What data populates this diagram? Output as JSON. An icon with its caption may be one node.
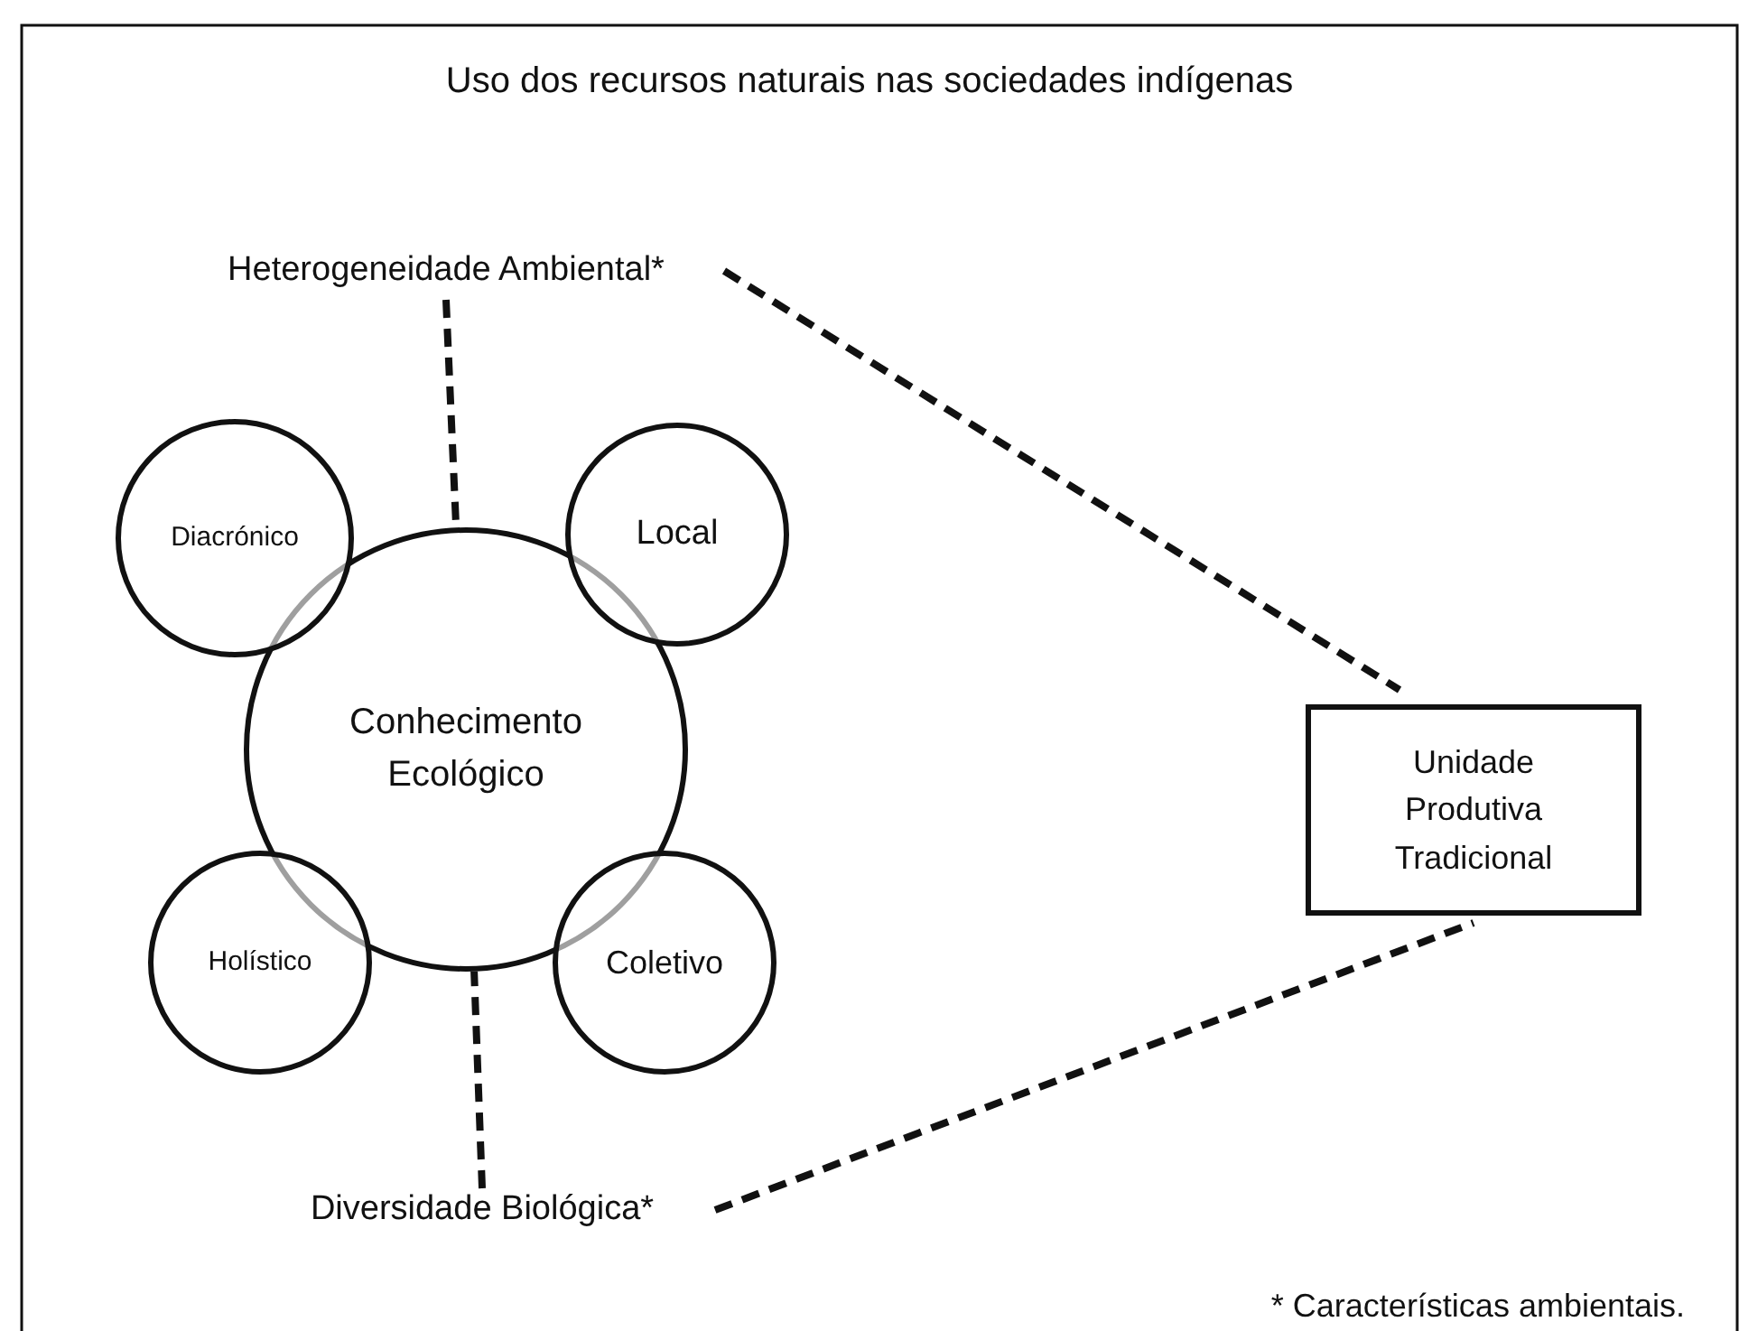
{
  "diagram": {
    "title": "Uso dos recursos naturais nas sociedades indígenas",
    "nodes": [
      {
        "text": [
          "Heterogeneidade Ambiental*"
        ]
      },
      {
        "text": [
          "Conhecimento Ecológico"
        ]
      },
      {
        "text": [
          "Diacrónico"
        ]
      },
      {
        "text": [
          "Local"
        ]
      },
      {
        "text": [
          "Holístico"
        ]
      },
      {
        "text": [
          "Coletivo"
        ]
      },
      {
        "text": [
          "Unidade Produtiva Tradicional"
        ]
      },
      {
        "text": [
          "Diversidade Biológica*"
        ]
      }
    ],
    "edges": [
      {
        "from": 0,
        "to": 1,
        "arrow": "none",
        "style": "dashed"
      },
      {
        "from": 0,
        "to": 6,
        "arrow": "none",
        "style": "dashed"
      },
      {
        "from": 7,
        "to": 1,
        "arrow": "none",
        "style": "dashed"
      },
      {
        "from": 7,
        "to": 6,
        "arrow": "none",
        "style": "dashed"
      }
    ],
    "labels": [
      "* Características ambientais."
    ]
  }
}
